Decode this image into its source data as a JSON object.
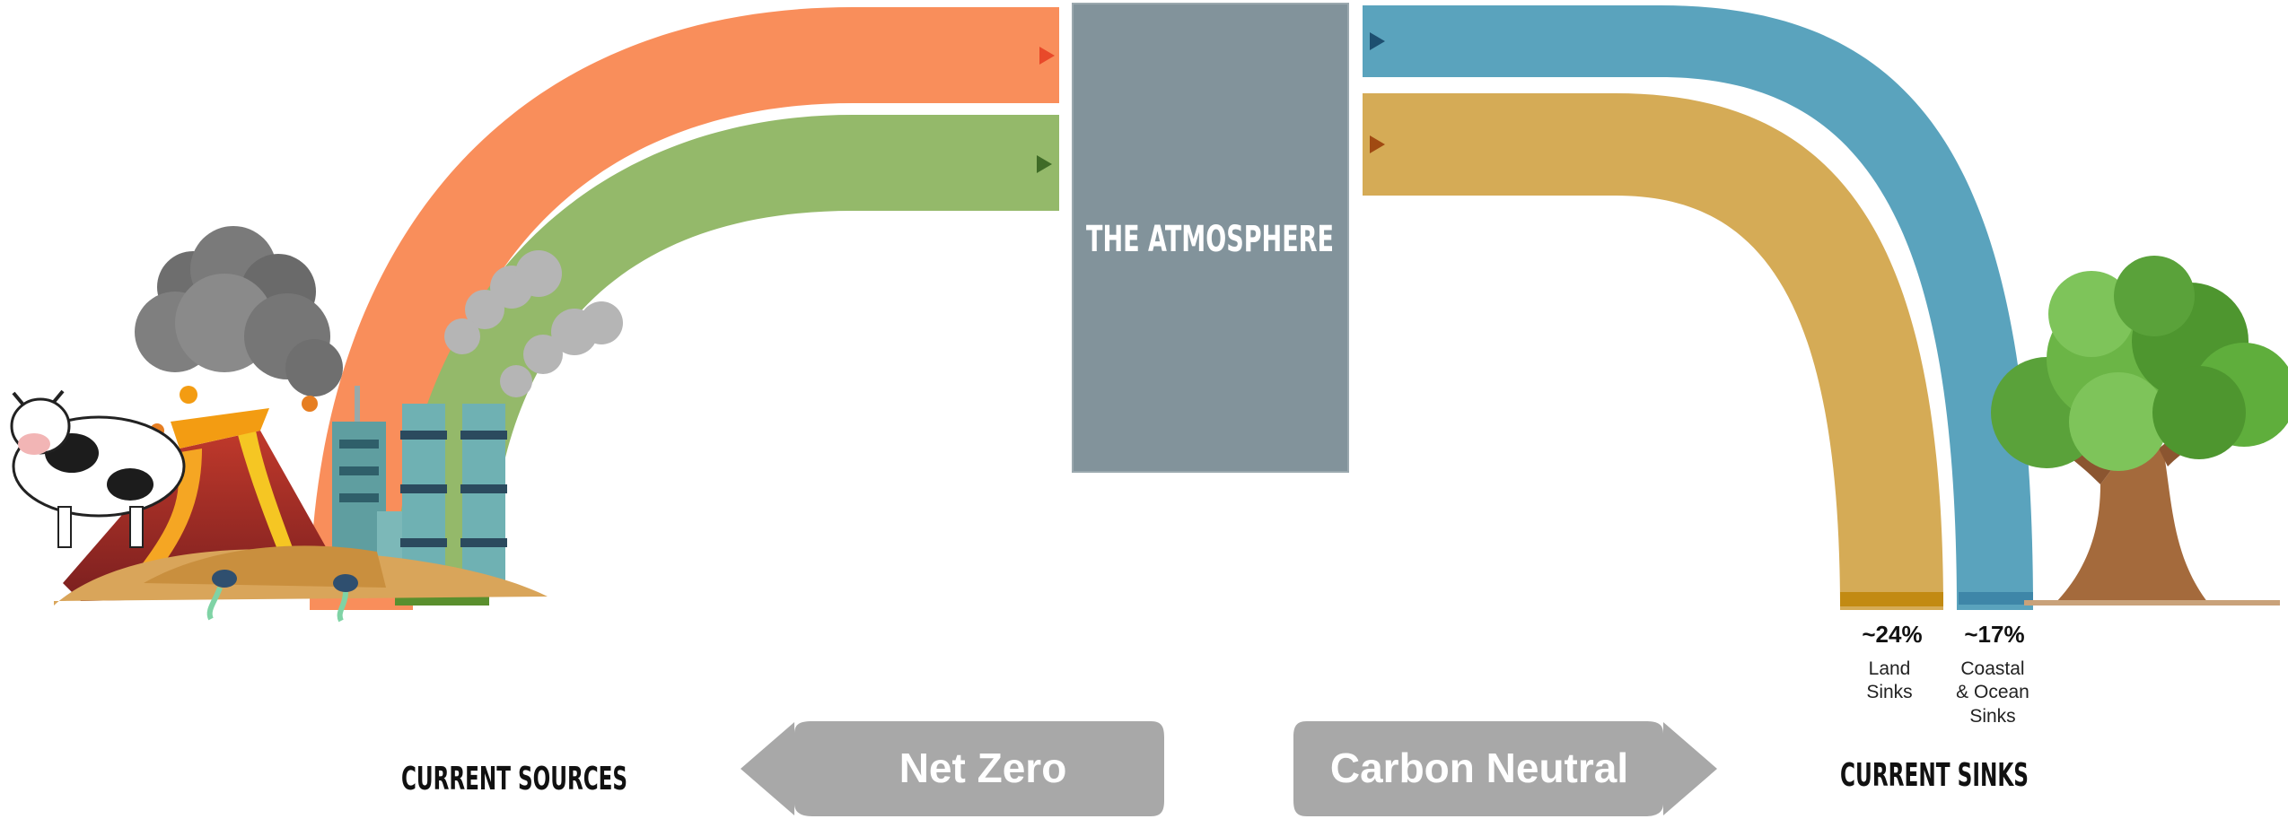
{
  "diagram": {
    "atmosphere_label": "THE ATMOSPHERE",
    "sources_heading": "CURRENT SOURCES",
    "sinks_heading": "CURRENT SINKS",
    "net_zero_label": "Net Zero",
    "carbon_neutral_label": "Carbon Neutral",
    "land_sink": {
      "percent": "~24%",
      "line1": "Land",
      "line2": "Sinks"
    },
    "ocean_sink": {
      "percent": "~17%",
      "line1": "Coastal",
      "line2": "& Ocean",
      "line3": "Sinks"
    }
  },
  "colors": {
    "orange_flow": "#f98e5b",
    "green_flow": "#94b96a",
    "blue_flow": "#5aa3bd",
    "gold_flow": "#d5ab56",
    "atmosphere": "#82939b",
    "button_gray": "#a8a8a8"
  },
  "icons": [
    "cow-icon",
    "volcano-icon",
    "factory-icon",
    "tree-icon",
    "smoke-cloud-icon"
  ]
}
